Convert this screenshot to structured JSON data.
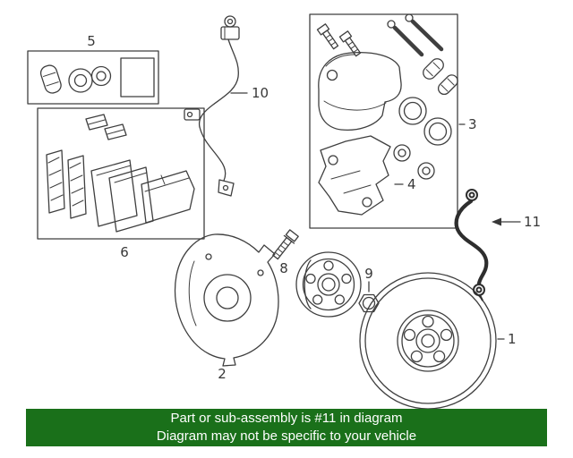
{
  "banner": {
    "line1": "Part or sub-assembly is #11 in diagram",
    "line2": "Diagram may not be specific to your vehicle"
  },
  "labels": {
    "rotor": "1",
    "splash_shield": "2",
    "caliper": "3",
    "bracket": "4",
    "hardware_kit": "5",
    "pad_set": "6",
    "stud": "8",
    "hub_nut": "9",
    "abs_wire": "10",
    "hose": "11"
  },
  "colors": {
    "background": "#ffffff",
    "line": "#3f3f3f",
    "line_bold": "#2e2e2e",
    "label_text": "#383838",
    "banner_bg": "#1a701a",
    "banner_text": "#ffffff"
  }
}
